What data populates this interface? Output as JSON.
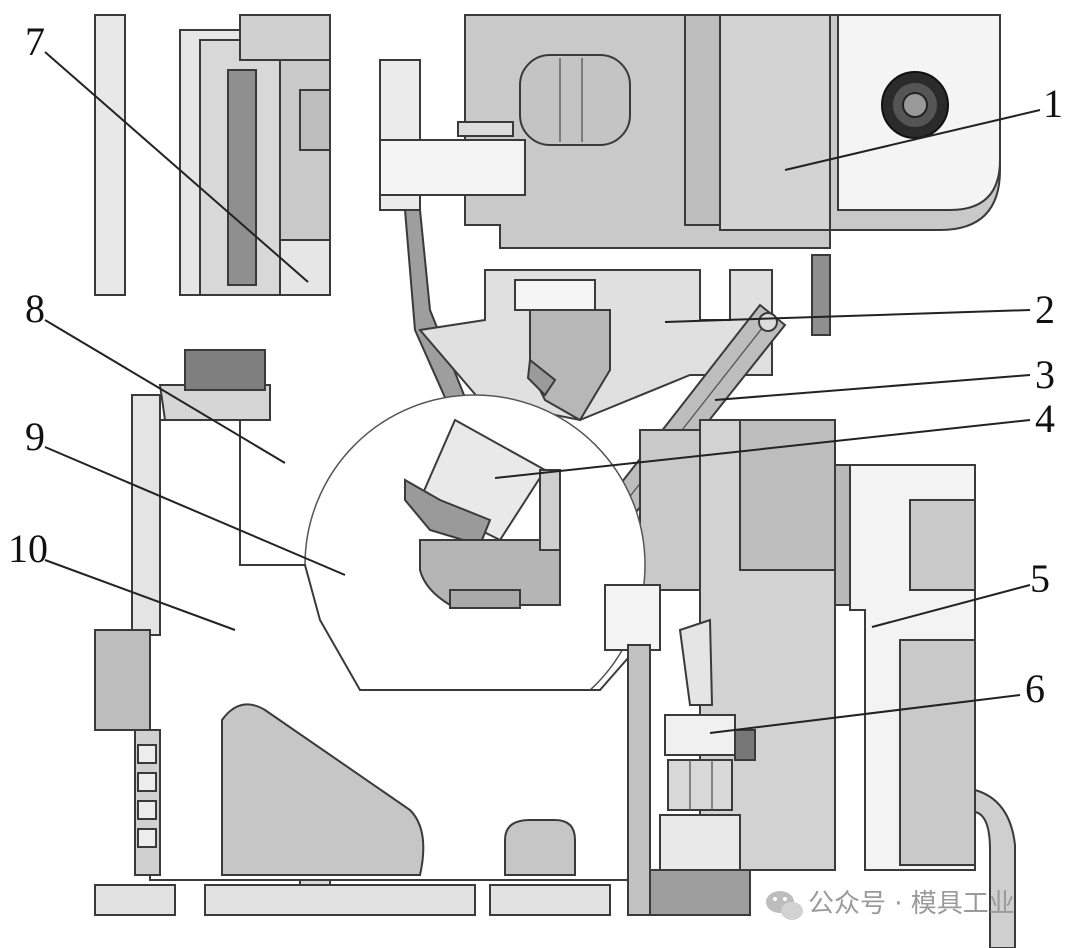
{
  "callouts": [
    {
      "label": "1"
    },
    {
      "label": "2"
    },
    {
      "label": "3"
    },
    {
      "label": "4"
    },
    {
      "label": "5"
    },
    {
      "label": "6"
    },
    {
      "label": "7"
    },
    {
      "label": "8"
    },
    {
      "label": "9"
    },
    {
      "label": "10"
    }
  ],
  "watermark": {
    "text": "公众号 · 模具工业",
    "icon": "wechat-icon"
  },
  "colors": {
    "fill_light": "#e6e6e6",
    "fill_mid": "#c9c9c9",
    "fill_dark": "#8f8f8f",
    "stroke": "#3a3a3a"
  }
}
